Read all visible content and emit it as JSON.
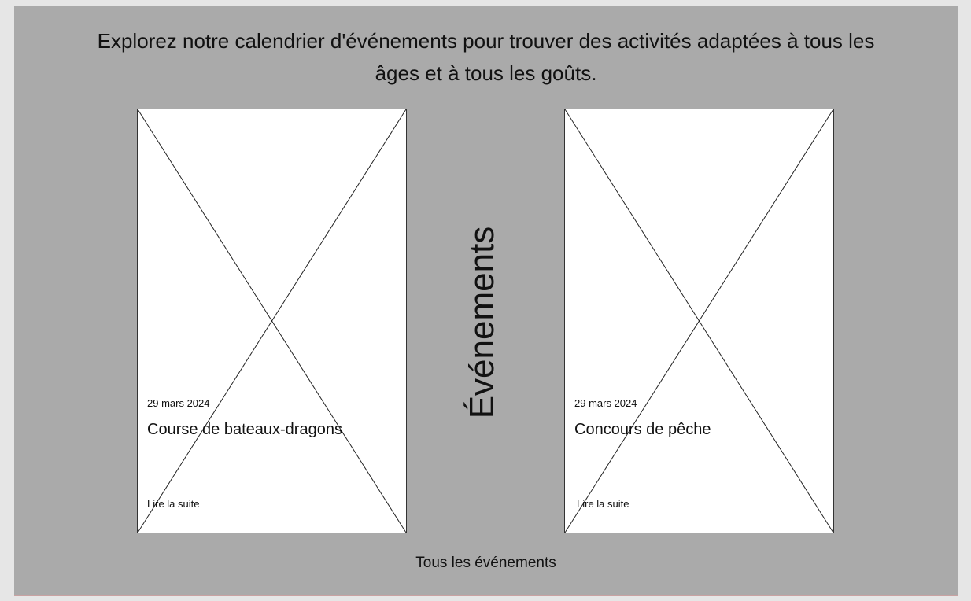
{
  "intro": {
    "line1": "Explorez notre calendrier d'événements pour trouver des activités adaptées à tous les",
    "line2": "âges et à tous les goûts."
  },
  "section_title": "Événements",
  "events": [
    {
      "date": "29 mars 2024",
      "title": "Course de bateaux-dragons",
      "link_label": "Lire la suite",
      "image_icon": "image-placeholder-icon"
    },
    {
      "date": "29 mars 2024",
      "title": "Concours de pêche",
      "link_label": "Lire la suite",
      "image_icon": "image-placeholder-icon"
    }
  ],
  "all_events_label": "Tous les événements",
  "colors": {
    "background": "#e6e6e6",
    "panel": "#aaaaaa",
    "card": "#ffffff",
    "accent_border": "#c9a2a2"
  }
}
